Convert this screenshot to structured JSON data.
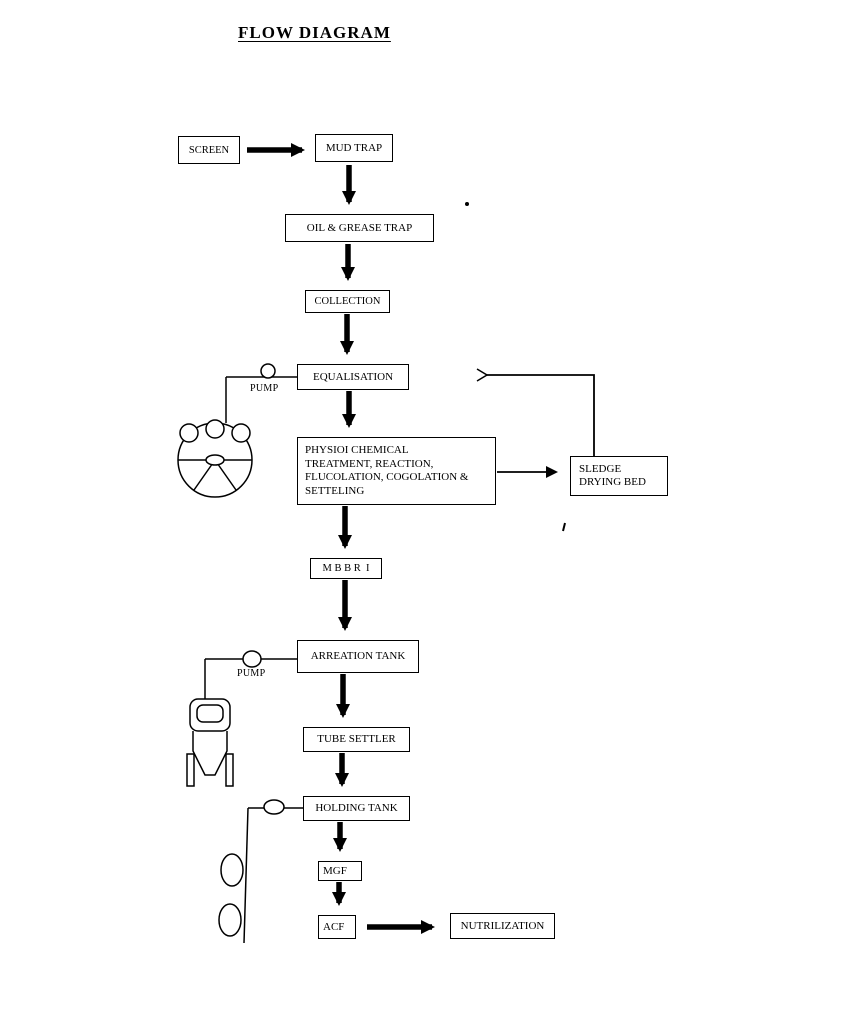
{
  "title": "FLOW DIAGRAM",
  "nodes": {
    "screen": {
      "label": "SCREEN"
    },
    "mud_trap": {
      "label": "MUD TRAP"
    },
    "oil_grease_trap": {
      "label": "OIL & GREASE TRAP"
    },
    "collection": {
      "label": "COLLECTION"
    },
    "equalisation": {
      "label": "EQUALISATION"
    },
    "physio_chemical": {
      "lines": [
        "PHYSIOI CHEMICAL",
        "TREATMENT, REACTION,",
        "FLUCOLATION, COGOLATION &",
        "SETTELING"
      ]
    },
    "sledge_drying_bed": {
      "lines": [
        "SLEDGE",
        "DRYING BED"
      ]
    },
    "mbbr_1": {
      "label": "M B B R  I"
    },
    "arreation_tank": {
      "label": "ARREATION TANK"
    },
    "tube_settler": {
      "label": "TUBE SETTLER"
    },
    "holding_tank": {
      "label": "HOLDING TANK"
    },
    "mgf": {
      "label": "MGF"
    },
    "acf": {
      "label": "ACF"
    },
    "nutrilization": {
      "label": "NUTRILIZATION"
    }
  },
  "labels": {
    "pump_upper": "PUMP",
    "pump_lower": "PUMP"
  },
  "edges": [
    {
      "from": "SCREEN",
      "to": "MUD TRAP"
    },
    {
      "from": "MUD TRAP",
      "to": "OIL & GREASE TRAP"
    },
    {
      "from": "OIL & GREASE TRAP",
      "to": "COLLECTION"
    },
    {
      "from": "COLLECTION",
      "to": "EQUALISATION"
    },
    {
      "from": "EQUALISATION",
      "to": "PHYSIOI CHEMICAL TREATMENT, REACTION, FLUCOLATION, COGOLATION & SETTELING"
    },
    {
      "from": "PHYSIOI CHEMICAL TREATMENT, REACTION, FLUCOLATION, COGOLATION & SETTELING",
      "to": "SLEDGE DRYING BED"
    },
    {
      "from": "SLEDGE DRYING BED",
      "to": "EQUALISATION"
    },
    {
      "from": "PHYSIOI CHEMICAL TREATMENT, REACTION, FLUCOLATION, COGOLATION & SETTELING",
      "to": "M B B R  I"
    },
    {
      "from": "M B B R  I",
      "to": "ARREATION TANK"
    },
    {
      "from": "ARREATION TANK",
      "to": "TUBE SETTLER"
    },
    {
      "from": "TUBE SETTLER",
      "to": "HOLDING TANK"
    },
    {
      "from": "HOLDING TANK",
      "to": "MGF"
    },
    {
      "from": "MGF",
      "to": "ACF"
    },
    {
      "from": "ACF",
      "to": "NUTRILIZATION"
    },
    {
      "from": "EQUALISATION",
      "to": "PUMP (upper) / blower tank"
    },
    {
      "from": "ARREATION TANK",
      "to": "PUMP (lower) / hopper vessel"
    },
    {
      "from": "HOLDING TANK",
      "to": "side filter units"
    }
  ],
  "colors": {
    "ink": "#000000",
    "background": "#ffffff"
  }
}
